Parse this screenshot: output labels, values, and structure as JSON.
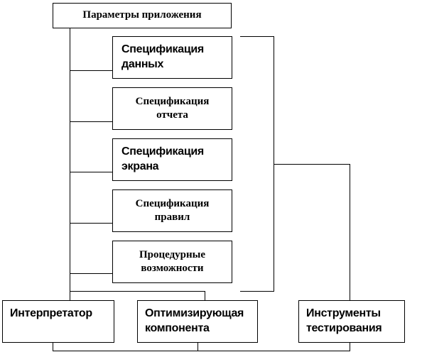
{
  "colors": {
    "stroke": "#000000",
    "fill": "#ffffff"
  },
  "top": {
    "label": "Параметры приложения"
  },
  "specs": [
    {
      "line1": "Спецификация",
      "line2": "данных"
    },
    {
      "line1": "Спецификация",
      "line2": "отчета"
    },
    {
      "line1": "Спецификация",
      "line2": "экрана"
    },
    {
      "line1": "Спецификация",
      "line2": "правил"
    },
    {
      "line1": "Процедурные",
      "line2": "возможности"
    }
  ],
  "bottom": [
    {
      "line1": "Интерпретатор"
    },
    {
      "line1": "Оптимизирующая",
      "line2": "компонента"
    },
    {
      "line1": "Инструменты",
      "line2": "тестирования"
    }
  ]
}
